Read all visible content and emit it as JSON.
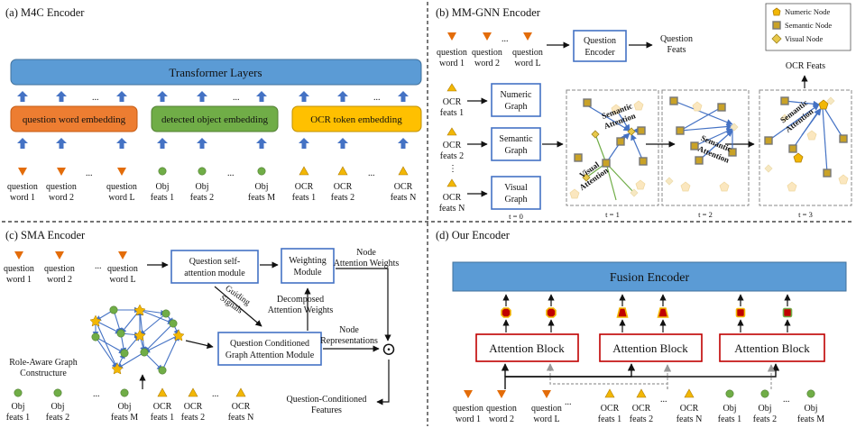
{
  "panels": {
    "a": {
      "title": "(a) M4C Encoder",
      "transformer": "Transformer Layers",
      "q_embed": "question word embedding",
      "obj_embed": "detected object embedding",
      "ocr_embed": "OCR token embedding",
      "ellipsis": "...",
      "inputs": [
        {
          "l1": "question",
          "l2": "word 1"
        },
        {
          "l1": "question",
          "l2": "word 2"
        },
        {
          "l1": "question",
          "l2": "word L"
        },
        {
          "l1": "Obj",
          "l2": "feats 1"
        },
        {
          "l1": "Obj",
          "l2": "feats 2"
        },
        {
          "l1": "Obj",
          "l2": "feats M"
        },
        {
          "l1": "OCR",
          "l2": "feats 1"
        },
        {
          "l1": "OCR",
          "l2": "feats 2"
        },
        {
          "l1": "OCR",
          "l2": "feats N"
        }
      ]
    },
    "b": {
      "title": "(b) MM-GNN Encoder",
      "q_inputs": [
        {
          "l1": "question",
          "l2": "word 1"
        },
        {
          "l1": "question",
          "l2": "word 2"
        },
        {
          "l1": "question",
          "l2": "word L"
        }
      ],
      "q_encoder_l1": "Question",
      "q_encoder_l2": "Encoder",
      "q_feats_l1": "Question",
      "q_feats_l2": "Feats",
      "ocr_inputs": [
        {
          "l1": "OCR",
          "l2": "feats 1"
        },
        {
          "l1": "OCR",
          "l2": "feats 2"
        },
        {
          "l1": "OCR",
          "l2": "feats N"
        }
      ],
      "graphs": [
        {
          "l1": "Numeric",
          "l2": "Graph"
        },
        {
          "l1": "Semantic",
          "l2": "Graph"
        },
        {
          "l1": "Visual",
          "l2": "Graph"
        }
      ],
      "ocr_feats_out": "OCR Feats",
      "legend": [
        "Numeric Node",
        "Semantic Node",
        "Visual Node"
      ],
      "steps": [
        "t = 0",
        "t = 1",
        "t = 2",
        "t = 3"
      ],
      "sem_att_l1": "Semantic",
      "sem_att_l2": "Attention",
      "vis_att_l1": "Visual",
      "vis_att_l2": "Attention",
      "ellipsis": "...",
      "vdots": "⋮"
    },
    "c": {
      "title": "(c) SMA Encoder",
      "q_inputs": [
        {
          "l1": "question",
          "l2": "word 1"
        },
        {
          "l1": "question",
          "l2": "word 2"
        },
        {
          "l1": "question",
          "l2": "word L"
        }
      ],
      "qsa_l1": "Question self-",
      "qsa_l2": "attention module",
      "weighting_l1": "Weighting",
      "weighting_l2": "Module",
      "node_att_l1": "Node",
      "node_att_l2": "Attention Weights",
      "guiding_l1": "Guiding",
      "guiding_l2": "Signals",
      "decomp_l1": "Decomposed",
      "decomp_l2": "Attention Weights",
      "node_rep_l1": "Node",
      "node_rep_l2": "Representations",
      "qcgam_l1": "Question Conditioned",
      "qcgam_l2": "Graph Attention Module",
      "role_l1": "Role-Aware Graph",
      "role_l2": "Constructure",
      "qcf_l1": "Question-Conditioned",
      "qcf_l2": "Features",
      "inputs": [
        {
          "l1": "Obj",
          "l2": "feats 1"
        },
        {
          "l1": "Obj",
          "l2": "feats 2"
        },
        {
          "l1": "Obj",
          "l2": "feats M"
        },
        {
          "l1": "OCR",
          "l2": "feats 1"
        },
        {
          "l1": "OCR",
          "l2": "feats 2"
        },
        {
          "l1": "OCR",
          "l2": "feats N"
        }
      ],
      "ellipsis": "...",
      "odot": "⊙"
    },
    "d": {
      "title": "(d) Our Encoder",
      "fusion": "Fusion Encoder",
      "attention_block": "Attention Block",
      "inputs": [
        {
          "l1": "question",
          "l2": "word 1"
        },
        {
          "l1": "question",
          "l2": "word 2"
        },
        {
          "l1": "question",
          "l2": "word L"
        },
        {
          "l1": "OCR",
          "l2": "feats 1"
        },
        {
          "l1": "OCR",
          "l2": "feats 2"
        },
        {
          "l1": "OCR",
          "l2": "feats N"
        },
        {
          "l1": "Obj",
          "l2": "feats 1"
        },
        {
          "l1": "Obj",
          "l2": "feats 2"
        },
        {
          "l1": "Obj",
          "l2": "feats M"
        }
      ],
      "ellipsis": "..."
    }
  },
  "colors": {
    "blue_box": "#5b9bd5",
    "blue_border": "#41719c",
    "orange": "#ed7d31",
    "green": "#70ad47",
    "yellow": "#ffc000",
    "red": "#c00000",
    "arrow_blue": "#4472c4",
    "orange_tri": "#e36c09",
    "green_dot": "#70ad47",
    "gold_tri": "#f2b705"
  }
}
